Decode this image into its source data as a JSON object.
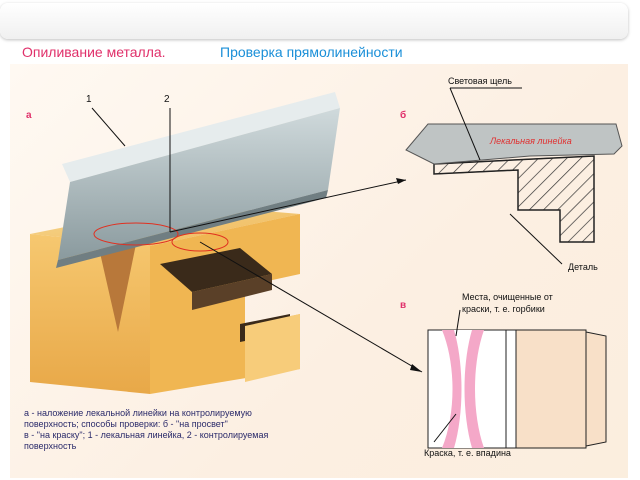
{
  "title": "Опиливание металла.",
  "subtitle": "Проверка прямолинейности",
  "panels": {
    "a": "а",
    "b": "б",
    "v": "в"
  },
  "numbers": [
    "1",
    "2"
  ],
  "labels": {
    "light_gap": "Световая щель",
    "ruler": "Лекальная линейка",
    "part": "Деталь",
    "cleaned_1": "Места, очищенные от",
    "cleaned_2": "краски, т. е. горбики",
    "paint": "Краска, т. е. впадина"
  },
  "caption": [
    "а - наложение лекальной линейки на контролируемую",
    "поверхность; способы проверки: б - \"на просвет\"",
    "в - \"на краску\"; 1 - лекальная линейка, 2 - контролируемая",
    "поверхность"
  ],
  "colors": {
    "title": "#e0306a",
    "subtitle": "#1a8fd8",
    "block": "#f4c060",
    "ruler": "#a8b4b8",
    "paint": "#f4a8c8",
    "caption": "#2a2a6a"
  }
}
